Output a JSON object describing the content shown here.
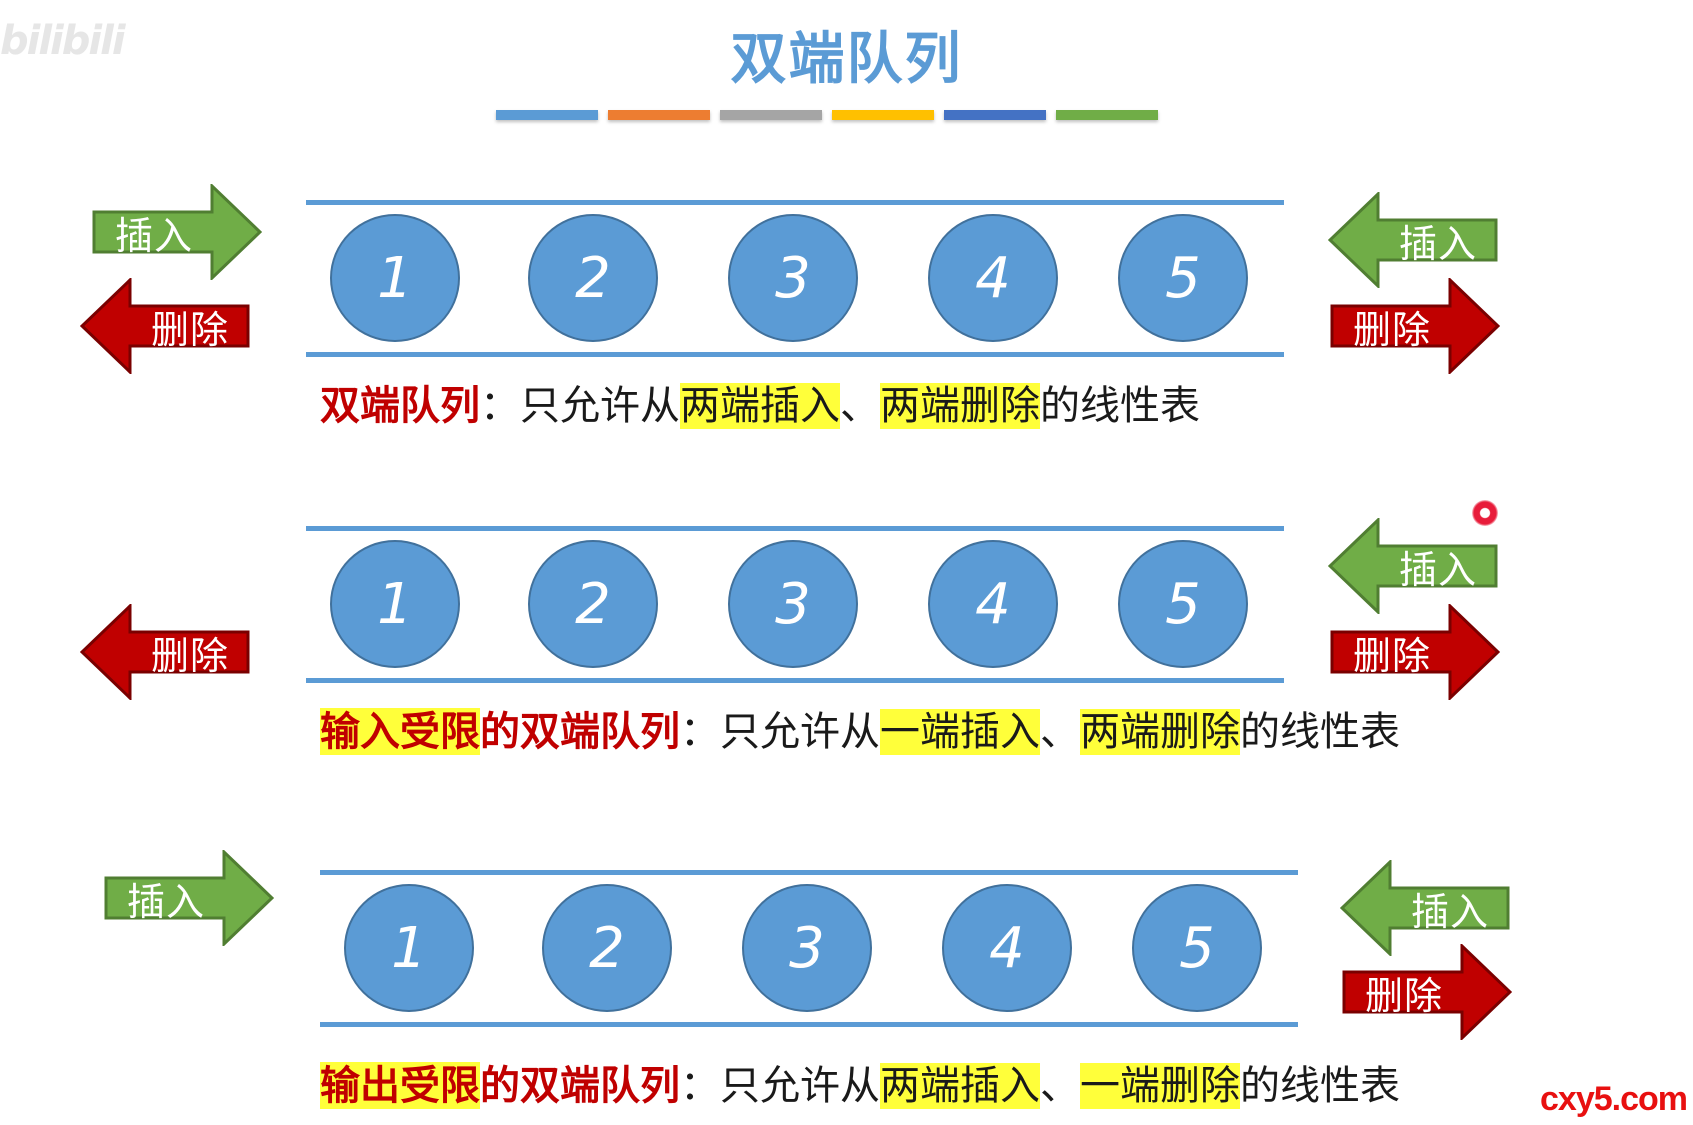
{
  "watermark_text": "bilibili",
  "title": "双端队列",
  "colors": {
    "title": "#5b9bd5",
    "rail": "#5b9bd5",
    "ball": "#5b9bd5",
    "insert_arrow": "#70ad47",
    "insert_border": "#507e32",
    "delete_arrow": "#c00000",
    "delete_border": "#7a0000",
    "highlight": "#ffff3a",
    "term_color": "#c00000",
    "brand": "#e81010"
  },
  "color_bar": [
    "#5b9bd5",
    "#ed7d31",
    "#a5a5a5",
    "#ffc000",
    "#4472c4",
    "#70ad47"
  ],
  "balls": [
    "1",
    "2",
    "3",
    "4",
    "5"
  ],
  "sections": [
    {
      "left_insert": "插入",
      "left_delete": "删除",
      "right_insert": "插入",
      "right_delete": "删除",
      "desc_term": "双端队列",
      "desc_colon": "：",
      "desc_prefix": "只允许从",
      "desc_hl1": "两端插入",
      "desc_sep": "、",
      "desc_hl2": "两端删除",
      "desc_suffix": "的线性表"
    },
    {
      "left_delete": "删除",
      "right_insert": "插入",
      "right_delete": "删除",
      "desc_term_hl": "输入受限",
      "desc_term_rest": "的双端队列",
      "desc_colon": "：",
      "desc_prefix": "只允许从",
      "desc_hl1": "一端插入",
      "desc_sep": "、",
      "desc_hl2": "两端删除",
      "desc_suffix": "的线性表"
    },
    {
      "left_insert": "插入",
      "right_insert": "插入",
      "right_delete": "删除",
      "desc_term_hl": "输出受限",
      "desc_term_rest": "的双端队列",
      "desc_colon": "：",
      "desc_prefix": "只允许从",
      "desc_hl1": "两端插入",
      "desc_sep": "、",
      "desc_hl2": "一端删除",
      "desc_suffix": "的线性表"
    }
  ],
  "brand": "cxy5.com"
}
